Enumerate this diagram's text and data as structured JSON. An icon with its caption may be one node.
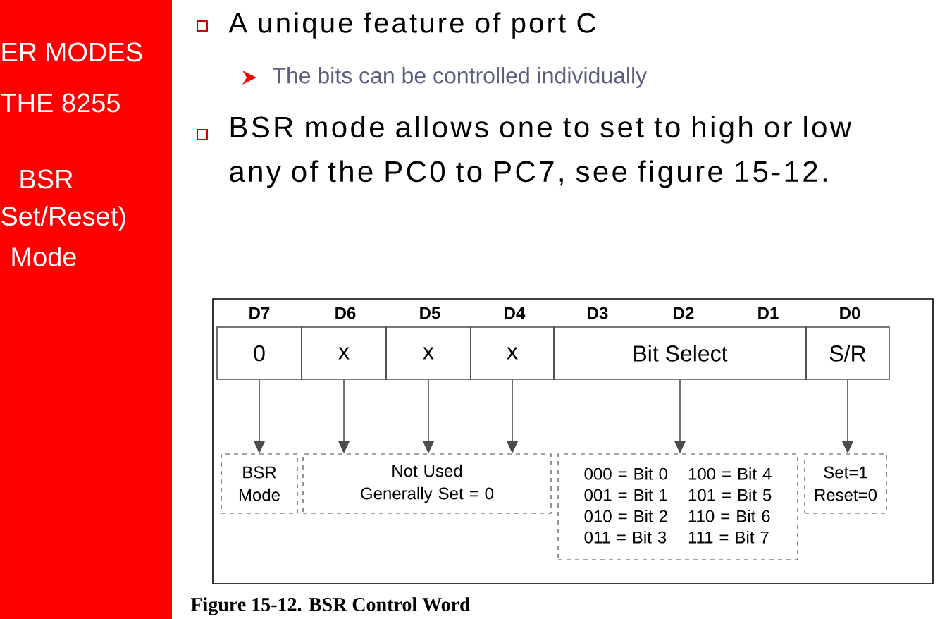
{
  "diagram": {
    "caption": "Figure 15-12. BSR Control Word",
    "nodes": [
      {
        "text": [
          "0"
        ]
      },
      {
        "text": [
          "x"
        ]
      },
      {
        "text": [
          "x"
        ]
      },
      {
        "text": [
          "x"
        ]
      },
      {
        "text": [
          "Bit Select"
        ]
      },
      {
        "text": [
          "S/R"
        ]
      },
      {
        "text": [
          "BSR Mode"
        ]
      },
      {
        "text": [
          "Not Used",
          "Generally Set = 0"
        ]
      },
      {
        "text": [
          "000 = Bit 0",
          "100 = Bit 4",
          "001 = Bit 1",
          "101 = Bit 5",
          "010 = Bit 2",
          "110 = Bit 6",
          "011 = Bit 3",
          "111 = Bit 7"
        ]
      },
      {
        "text": [
          "Set=1",
          "Reset=0"
        ]
      }
    ],
    "edges": [
      {
        "from": 0,
        "to": 6,
        "arrow": "to"
      },
      {
        "from": 1,
        "to": 7,
        "arrow": "to"
      },
      {
        "from": 2,
        "to": 7,
        "arrow": "to"
      },
      {
        "from": 3,
        "to": 7,
        "arrow": "to"
      },
      {
        "from": 4,
        "to": 8,
        "arrow": "to"
      },
      {
        "from": 5,
        "to": 9,
        "arrow": "to"
      }
    ],
    "labels": [
      "ER MODES",
      "THE 8255",
      "BSR",
      "Set/Reset)",
      "Mode",
      "A unique feature of port C",
      "The bits can be controlled individually",
      "BSR mode allows one to set to high or low any of the PC0 to PC7, see figure 15-12.",
      "D7",
      "D6",
      "D5",
      "D4",
      "D3",
      "D2",
      "D1",
      "D0"
    ]
  }
}
